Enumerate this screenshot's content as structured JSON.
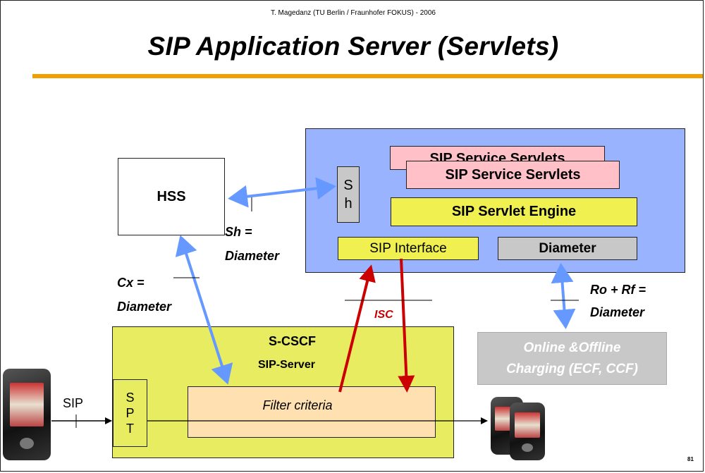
{
  "header": {
    "author": "T. Magedanz (TU Berlin / Fraunhofer FOKUS) - 2006",
    "title": "SIP Application Server (Servlets)"
  },
  "diagram": {
    "hss": "HSS",
    "sh_port": "S\nh",
    "sip_service_servlets": "SIP Service Servlets",
    "sip_servlet_engine": "SIP Servlet Engine",
    "sip_interface": "SIP Interface",
    "diameter": "Diameter",
    "sh_label_1": "Sh =",
    "sh_label_2": "Diameter",
    "cx_label_1": "Cx =",
    "cx_label_2": "Diameter",
    "ro_rf_label_1": "Ro + Rf =",
    "ro_rf_label_2": "Diameter",
    "isc_label": "ISC",
    "charging_1": "Online &Offline",
    "charging_2": "Charging (ECF, CCF)",
    "scscf": "S-CSCF",
    "sip_server": "SIP-Server",
    "spt": "S\nP\nT",
    "filter_criteria": "Filter criteria",
    "sip_label": "SIP"
  },
  "page_number": "81",
  "colors": {
    "as_background": "#99b3ff",
    "servlet_pink": "#ffc0c8",
    "engine_yellow": "#f0f050",
    "scscf_yellow": "#e8ec60",
    "filter_peach": "#ffe0b0",
    "grey": "#c8c8c8",
    "arrow_blue": "#6699ff",
    "arrow_red": "#cc0000",
    "rule_orange": "#f0a000"
  }
}
